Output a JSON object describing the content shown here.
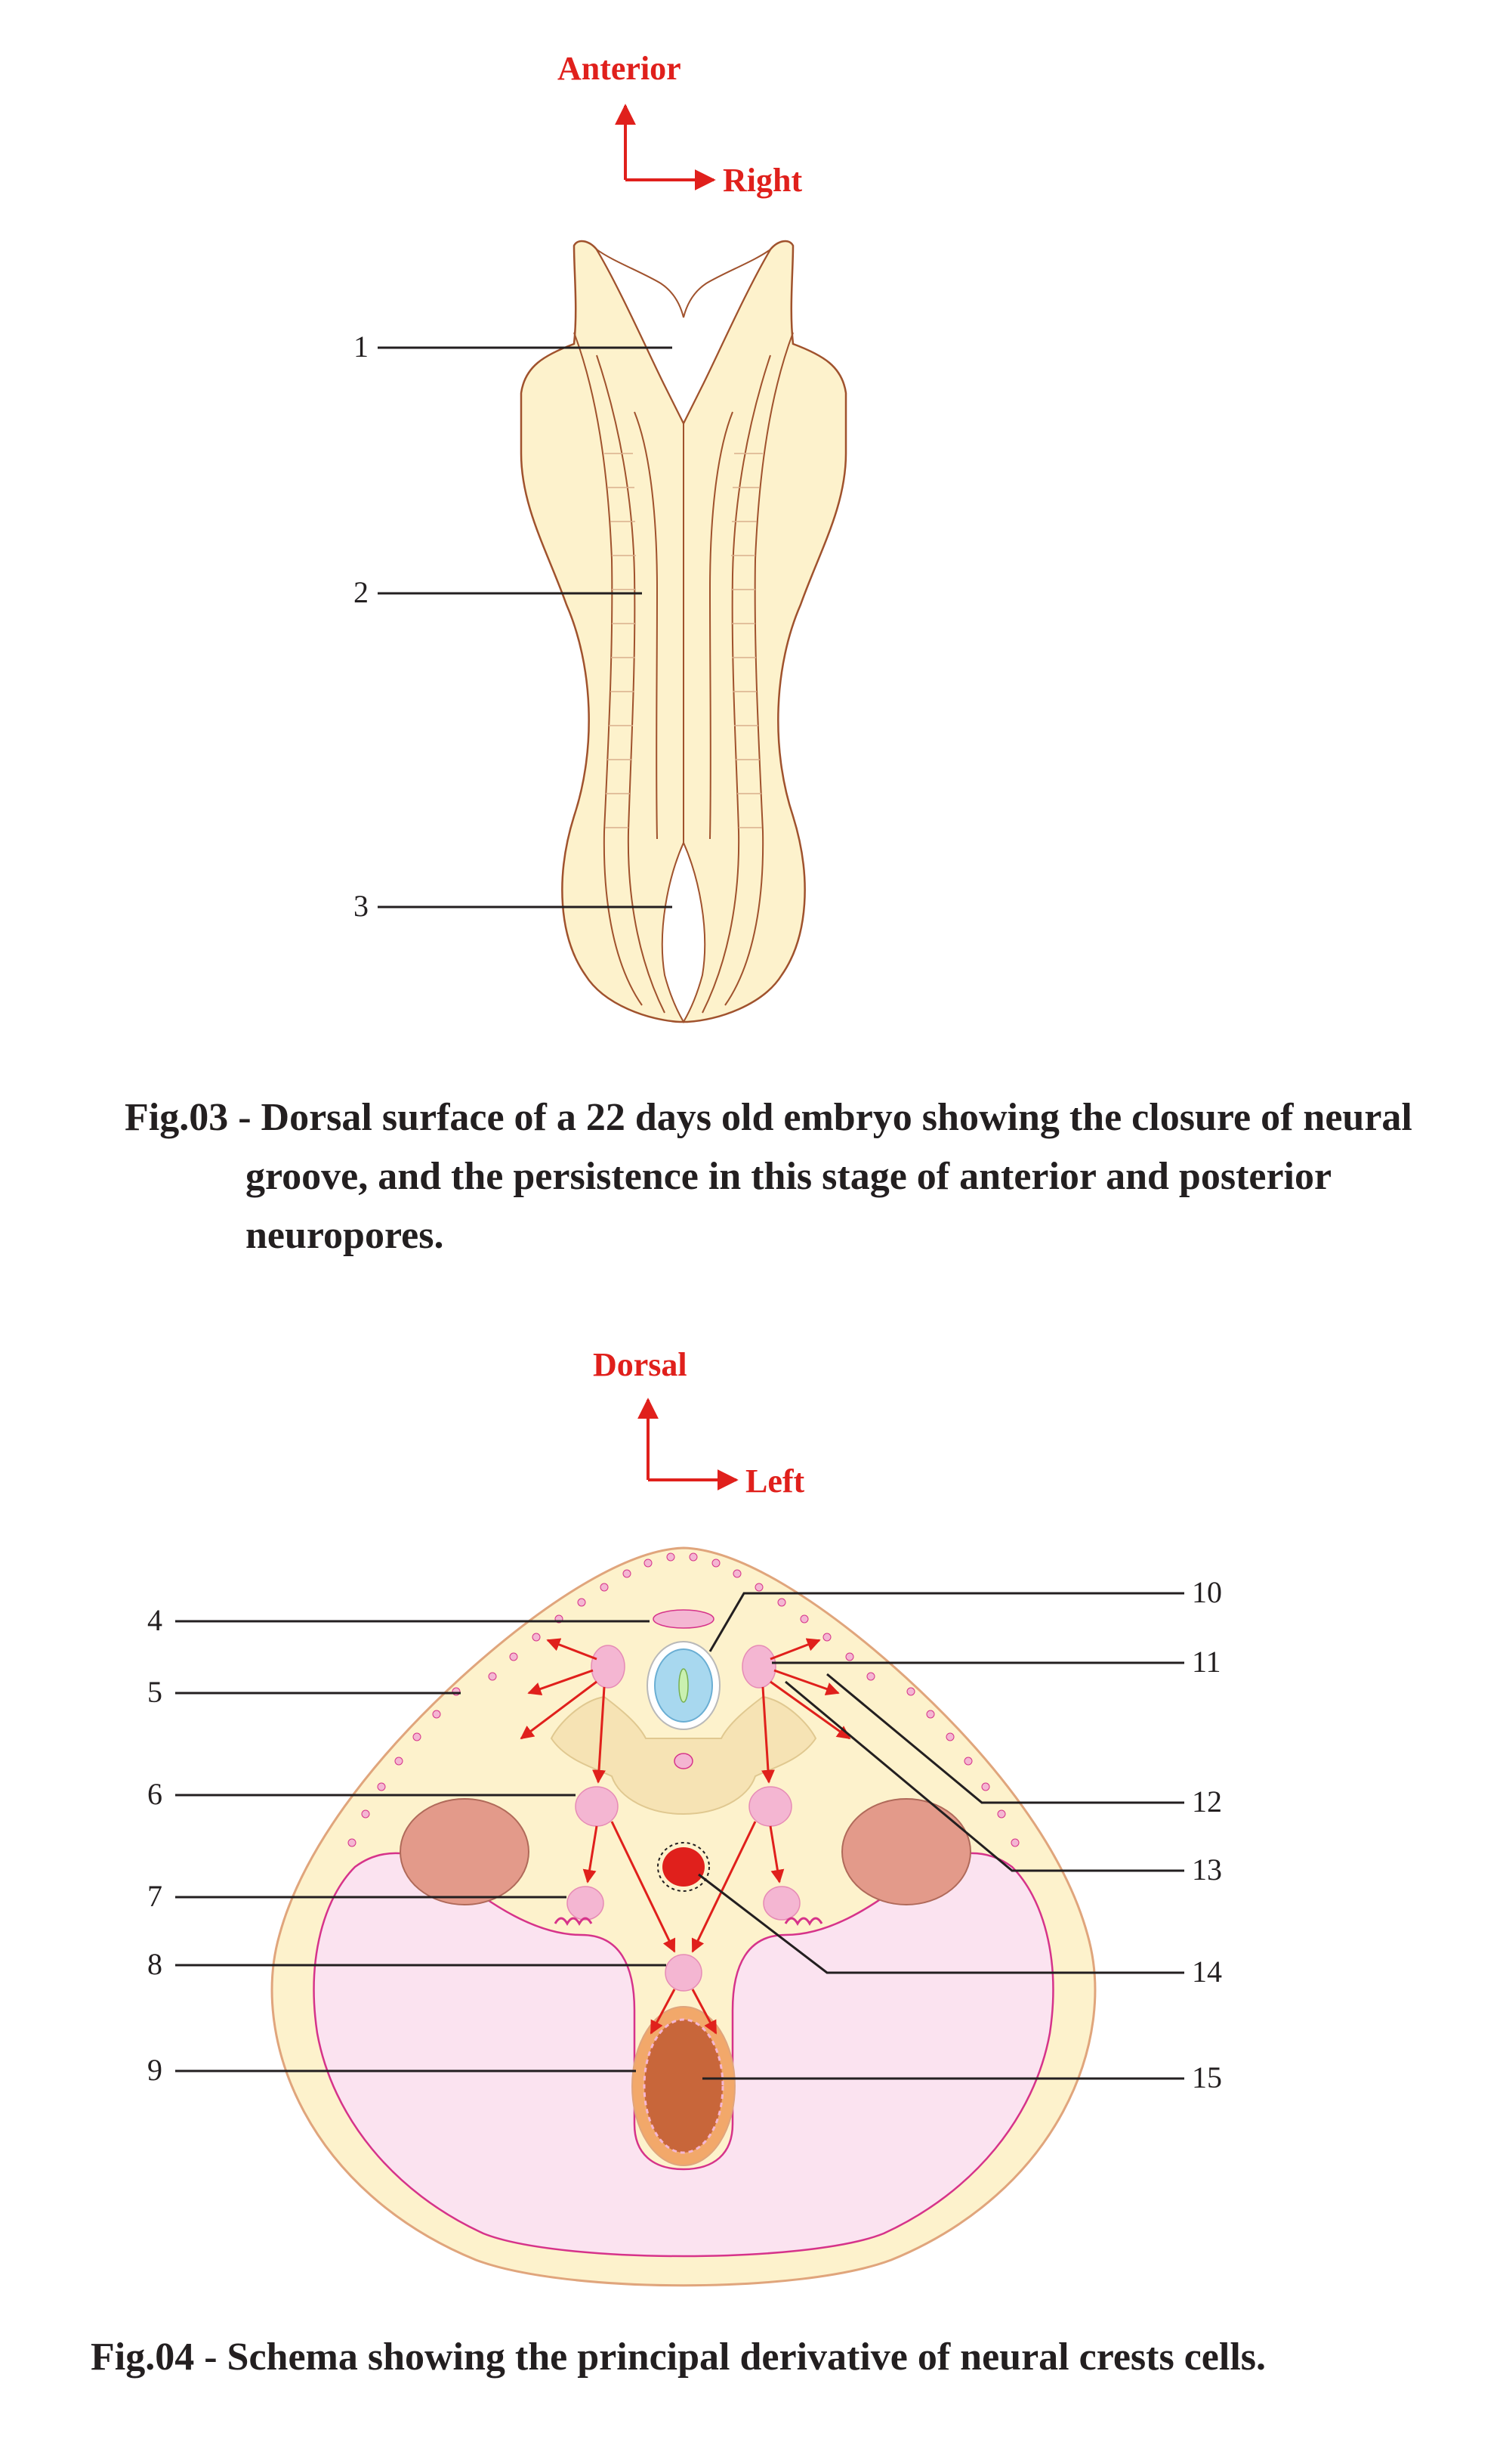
{
  "figure1": {
    "orientation": {
      "up": "Anterior",
      "right": "Right"
    },
    "labels": [
      "1",
      "2",
      "3"
    ],
    "caption": "Fig.03 - Dorsal surface of a 22 days old embryo showing the closure of neural groove, and the persistence in this stage of anterior and posterior neuropores."
  },
  "figure2": {
    "orientation": {
      "up": "Dorsal",
      "right": "Left"
    },
    "labels_left": [
      "4",
      "5",
      "6",
      "7",
      "8",
      "9"
    ],
    "labels_right": [
      "10",
      "11",
      "12",
      "13",
      "14",
      "15"
    ],
    "caption": "Fig.04 - Schema showing the principal derivative of neural crests cells."
  },
  "colors": {
    "tissue": "#fdf2cc",
    "tissue_outline": "#a0522d",
    "arrows": "#e0201c",
    "crest_cells": "#f4b6d2",
    "cavity": "#fbe3f0",
    "somite": "#e39a8a",
    "gut": "#c8663a",
    "aorta": "#e0201c",
    "neural_tube": "#a8d8ef",
    "leader": "#231f20"
  }
}
